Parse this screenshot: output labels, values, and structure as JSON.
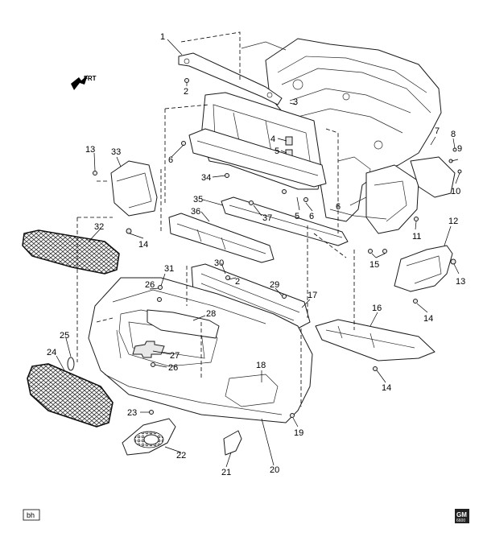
{
  "diagram": {
    "orientation_label": "FRT",
    "footer_tag": "bh",
    "logo_text": "GM",
    "logo_subtext": "6600",
    "callouts": [
      {
        "id": "c1",
        "label": "1"
      },
      {
        "id": "c2a",
        "label": "2"
      },
      {
        "id": "c3",
        "label": "3"
      },
      {
        "id": "c4",
        "label": "4"
      },
      {
        "id": "c5a",
        "label": "5"
      },
      {
        "id": "c6a",
        "label": "6"
      },
      {
        "id": "c7",
        "label": "7"
      },
      {
        "id": "c8",
        "label": "8"
      },
      {
        "id": "c9",
        "label": "9"
      },
      {
        "id": "c10",
        "label": "10"
      },
      {
        "id": "c11",
        "label": "11"
      },
      {
        "id": "c12",
        "label": "12"
      },
      {
        "id": "c13a",
        "label": "13"
      },
      {
        "id": "c13b",
        "label": "13"
      },
      {
        "id": "c14a",
        "label": "14"
      },
      {
        "id": "c14b",
        "label": "14"
      },
      {
        "id": "c14c",
        "label": "14"
      },
      {
        "id": "c15",
        "label": "15"
      },
      {
        "id": "c16",
        "label": "16"
      },
      {
        "id": "c17",
        "label": "17"
      },
      {
        "id": "c18",
        "label": "18"
      },
      {
        "id": "c19",
        "label": "19"
      },
      {
        "id": "c20",
        "label": "20"
      },
      {
        "id": "c21",
        "label": "21"
      },
      {
        "id": "c22",
        "label": "22"
      },
      {
        "id": "c23",
        "label": "23"
      },
      {
        "id": "c24",
        "label": "24"
      },
      {
        "id": "c25",
        "label": "25"
      },
      {
        "id": "c26a",
        "label": "26"
      },
      {
        "id": "c26b",
        "label": "26"
      },
      {
        "id": "c27",
        "label": "27"
      },
      {
        "id": "c28",
        "label": "28"
      },
      {
        "id": "c29",
        "label": "29"
      },
      {
        "id": "c30",
        "label": "30"
      },
      {
        "id": "c31",
        "label": "31"
      },
      {
        "id": "c32",
        "label": "32"
      },
      {
        "id": "c33",
        "label": "33"
      },
      {
        "id": "c34",
        "label": "34"
      },
      {
        "id": "c35",
        "label": "35"
      },
      {
        "id": "c36",
        "label": "36"
      },
      {
        "id": "c37",
        "label": "37"
      },
      {
        "id": "c2b",
        "label": "2"
      },
      {
        "id": "c5b",
        "label": "5"
      },
      {
        "id": "c6b",
        "label": "6"
      },
      {
        "id": "c6c",
        "label": "6"
      }
    ]
  }
}
